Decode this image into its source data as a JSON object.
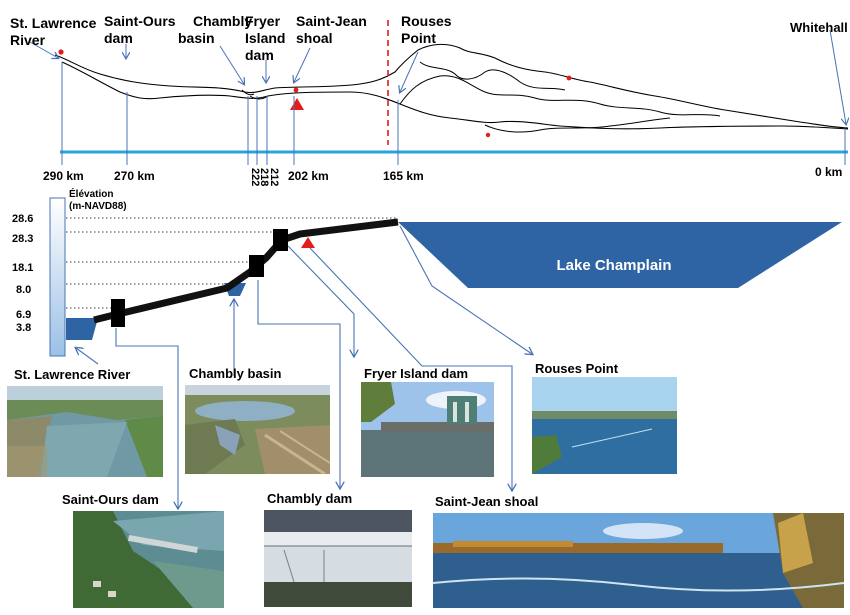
{
  "map": {
    "places": {
      "st_lawrence": [
        "St. Lawrence",
        "River"
      ],
      "saint_ours": [
        "Saint-Ours",
        "dam"
      ],
      "chambly": [
        "Chambly",
        "basin"
      ],
      "fryer": [
        "Fryer",
        "Island",
        "dam"
      ],
      "saint_jean": [
        "Saint-Jean",
        "shoal"
      ],
      "rouses": [
        "Rouses",
        "Point"
      ],
      "whitehall": "Whitehall"
    },
    "km": {
      "k290": "290 km",
      "k270": "270 km",
      "k222": "222",
      "k218": "218",
      "k212": "212",
      "k202": "202 km",
      "k165": "165 km",
      "k0": "0 km"
    }
  },
  "profile": {
    "axis_title": [
      "Élévation",
      "(m-NAVD88)"
    ],
    "ticks": [
      "28.6",
      "28.3",
      "18.1",
      "8.0",
      "6.9",
      "3.8"
    ],
    "lake_label": "Lake Champlain"
  },
  "photos": {
    "st_lawrence": "St. Lawrence River",
    "chambly_basin": "Chambly basin",
    "fryer": "Fryer Island dam",
    "rouses": "Rouses Point",
    "saint_ours": "Saint-Ours dam",
    "chambly_dam": "Chambly dam",
    "saint_jean": "Saint-Jean shoal"
  },
  "colors": {
    "river_axis": "#29a3d9",
    "marker": "#e31b1b",
    "profile_blue": "#2e64a3",
    "connector": "#4a74b6",
    "dam": "#000000"
  }
}
